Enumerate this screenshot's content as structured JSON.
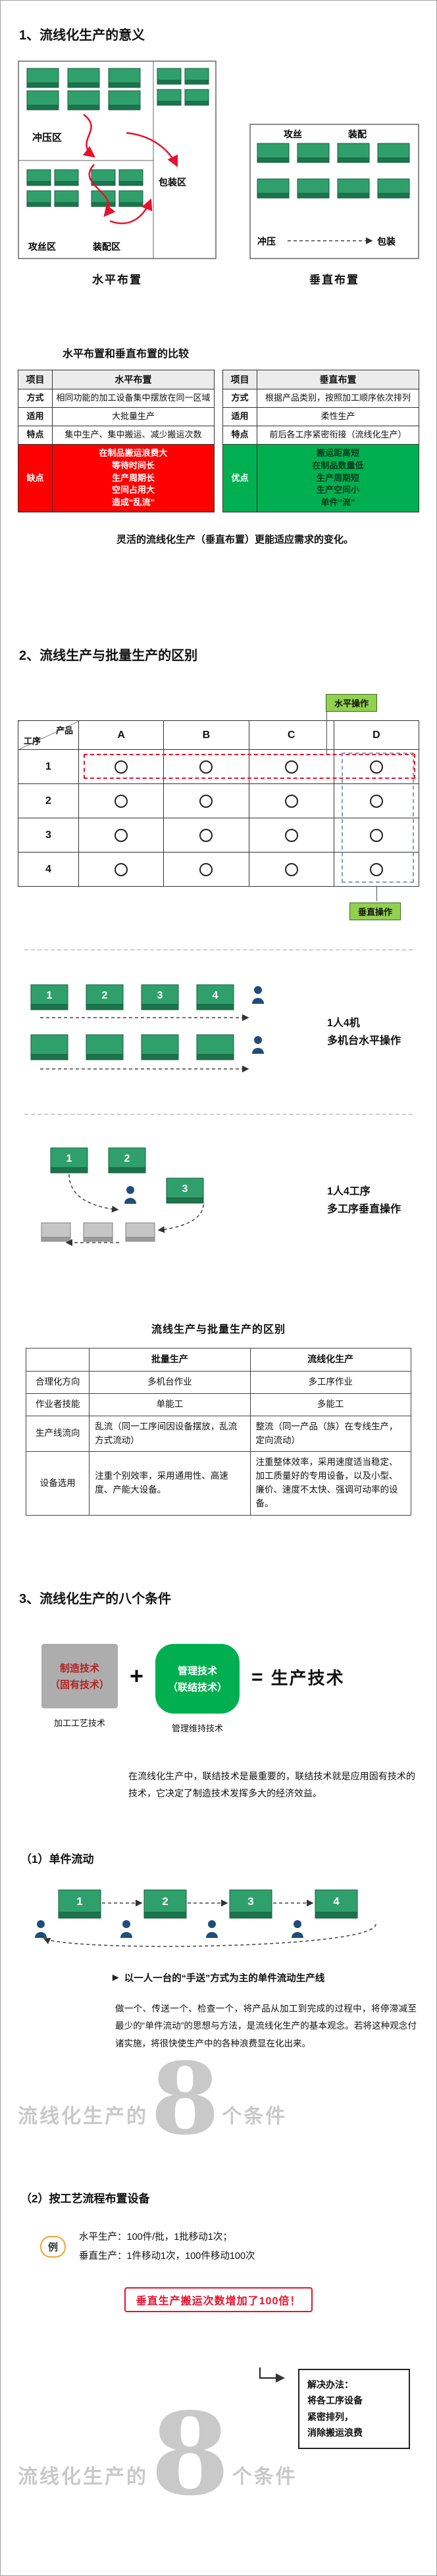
{
  "colors": {
    "machine_green": "#2fa06c",
    "bad_red": "#fe0000",
    "good_green": "#00b050",
    "op_label_green": "#92d050",
    "alert_red": "#e8112d",
    "watermark_gray": "#c9c9c9",
    "manage_box_green": "#00b050",
    "make_box_gray": "#adadad"
  },
  "s1": {
    "title": "1、流线化生产的意义",
    "hdiag": {
      "zone_press": "冲压区",
      "zone_tap": "攻丝区",
      "zone_assembly": "装配区",
      "zone_pack": "包装区",
      "caption": "水平布置"
    },
    "vdiag": {
      "tap": "攻丝",
      "assembly": "装配",
      "press": "冲压",
      "pack": "包装",
      "caption": "垂直布置"
    },
    "compare_title": "水平布置和垂直布置的比较",
    "htab": {
      "h1": "项目",
      "h2": "水平布置",
      "r1k": "方式",
      "r1v": "相同功能的加工设备集中摆放在同一区域",
      "r2k": "适用",
      "r2v": "大批量生产",
      "r3k": "特点",
      "r3v": "集中生产、集中搬运、减少搬运次数",
      "r4k": "缺点",
      "r4l1": "在制品搬运浪费大",
      "r4l2": "等待时间长",
      "r4l3": "生产周期长",
      "r4l4": "空间占用大",
      "r4l5": "造成“乱流”"
    },
    "vtab": {
      "h1": "项目",
      "h2": "垂直布置",
      "r1k": "方式",
      "r1v": "根据产品类别，按照加工顺序依次排列",
      "r2k": "适用",
      "r2v": "柔性生产",
      "r3k": "特点",
      "r3v": "前后各工序紧密衔接（流线化生产）",
      "r4k": "优点",
      "r4l1": "搬运距离短",
      "r4l2": "在制品数量低",
      "r4l3": "生产周期短",
      "r4l4": "生产空间小",
      "r4l5": "单件“流”"
    },
    "note": "灵活的流线化生产（垂直布置）更能适应需求的变化。"
  },
  "s2": {
    "title": "2、流线生产与批量生产的区别",
    "matrix": {
      "corner_product": "产品",
      "corner_process": "工序",
      "colA": "A",
      "colB": "B",
      "colC": "C",
      "colD": "D",
      "row1": "1",
      "row2": "2",
      "row3": "3",
      "row4": "4",
      "h_label": "水平操作",
      "v_label": "垂直操作"
    },
    "d1": {
      "n1": "1",
      "n2": "2",
      "n3": "3",
      "n4": "4",
      "cap1": "1人4机",
      "cap2": "多机台水平操作"
    },
    "d2": {
      "n1": "1",
      "n2": "2",
      "n3": "3",
      "cap1": "1人4工序",
      "cap2": "多工序垂直操作"
    },
    "tab": {
      "title": "流线生产与批量生产的区别",
      "h2": "批量生产",
      "h3": "流线化生产",
      "r1k": "合理化方向",
      "r1a": "多机台作业",
      "r1b": "多工序作业",
      "r2k": "作业者技能",
      "r2a": "单能工",
      "r2b": "多能工",
      "r3k": "生产线流向",
      "r3a": "乱流（同一工序间因设备摆放，乱流方式流动）",
      "r3b": "整流（同一产品（族）在专线生产，定向流动）",
      "r4k": "设备选用",
      "r4a": "注重个别效率，采用通用性、高速度、产能大设备。",
      "r4b": "注重整体效率，采用速度适当稳定、加工质量好的专用设备，以及小型、廉价、速度不太快、强调可动率的设备。"
    }
  },
  "s3": {
    "title": "3、流线化生产的八个条件",
    "formula": {
      "box1l1": "制造技术",
      "box1l2": "（固有技术）",
      "plus": "+",
      "box2l1": "管理技术",
      "box2l2": "（联结技术）",
      "equals": "=",
      "result": "生产技术",
      "under1": "加工工艺技术",
      "under2": "管理维持技术"
    },
    "para": "在流线化生产中，联结技术是最重要的，联结技术就是应用固有技术的技术，它决定了制造技术发挥多大的经济效益。",
    "c1": {
      "title": "（1）单件流动",
      "n1": "1",
      "n2": "2",
      "n3": "3",
      "n4": "4",
      "pointer": "▶",
      "caption": "以一人一台的“手送”方式为主的单件流动生产线",
      "wm_pre": "流线化生产的",
      "wm_big": "8",
      "wm_post": "个条件",
      "para": "做一个、传送一个、检查一个，将产品从加工到完成的过程中，将停滞减至最少的“单件流动”的思想与方法，是流线化生产的基本观念。若将这种观念付诸实施，将很快使生产中的各种浪费显在化出来。"
    },
    "c2": {
      "title": "（2）按工艺流程布置设备",
      "example_label": "例",
      "line1": "水平生产：100件/批，1批移动1次；",
      "line2": "垂直生产：1件移动1次，100件移动100次",
      "alert": "垂直生产搬运次数增加了100倍！",
      "solution_l1": "解决办法：",
      "solution_l2": "将各工序设备",
      "solution_l3": "紧密排列，",
      "solution_l4": "消除搬运浪费",
      "wm_pre": "流线化生产的",
      "wm_big": "8",
      "wm_post": "个条件"
    }
  }
}
